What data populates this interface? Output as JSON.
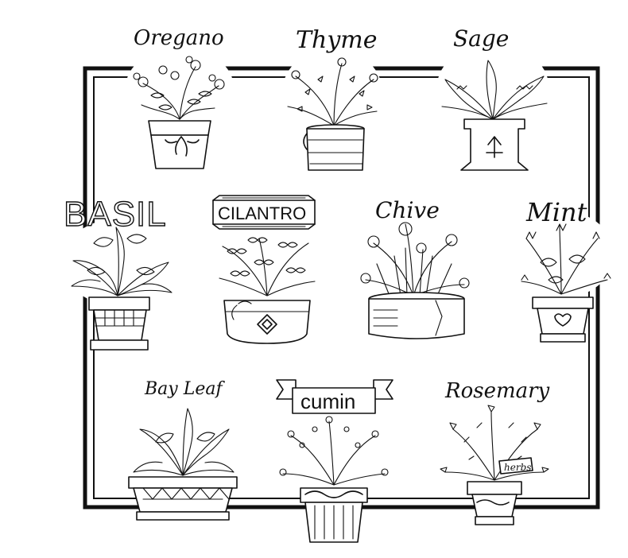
{
  "herbs": [
    {
      "id": "oregano",
      "label": "Oregano",
      "style": "script"
    },
    {
      "id": "thyme",
      "label": "Thyme",
      "style": "script"
    },
    {
      "id": "sage",
      "label": "Sage",
      "style": "script"
    },
    {
      "id": "basil",
      "label": "BASIL",
      "style": "caps"
    },
    {
      "id": "cilantro",
      "label": "CILANTRO",
      "style": "banner-caps"
    },
    {
      "id": "chive",
      "label": "Chive",
      "style": "script"
    },
    {
      "id": "mint",
      "label": "Mint",
      "style": "script"
    },
    {
      "id": "bayleaf",
      "label": "Bay Leaf",
      "style": "script-arc"
    },
    {
      "id": "cumin",
      "label": "cumin",
      "style": "banner"
    },
    {
      "id": "rosemary",
      "label": "Rosemary",
      "style": "script"
    }
  ],
  "pot_tag": "herbs",
  "colors": {
    "ink": "#111111",
    "paper": "#ffffff"
  }
}
